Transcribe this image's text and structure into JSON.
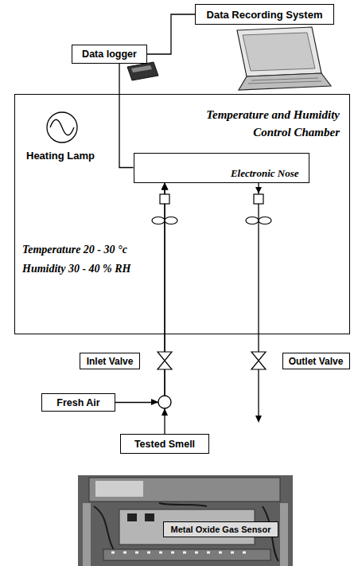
{
  "diagram": {
    "nodes": [
      {
        "text": [
          "Data Recording System"
        ]
      },
      {
        "text": [
          "Data logger"
        ]
      },
      {
        "text": [
          "Temperature and Humidity Control Chamber"
        ]
      },
      {
        "text": [
          "Electronic Nose"
        ],
        "in": 2
      },
      {
        "text": [
          "Inlet Valve"
        ]
      },
      {
        "text": [
          "Outlet Valve"
        ]
      },
      {
        "text": [
          "Fresh Air"
        ]
      },
      {
        "text": [
          "Tested Smell"
        ]
      },
      {
        "text": [
          "Metal Oxide Gas Sensor"
        ]
      }
    ],
    "edges": [
      {
        "from": 1,
        "to": 0,
        "arrow": "none"
      },
      {
        "from": 1,
        "to": 3,
        "arrow": "none"
      },
      {
        "from": 6,
        "to": 3,
        "arrow": "to"
      },
      {
        "from": 7,
        "to": 3,
        "arrow": "to"
      }
    ],
    "labels": [
      "Heating Lamp",
      "Temperature 20 - 30 °c",
      "Humidity 30 - 40 % RH"
    ]
  }
}
